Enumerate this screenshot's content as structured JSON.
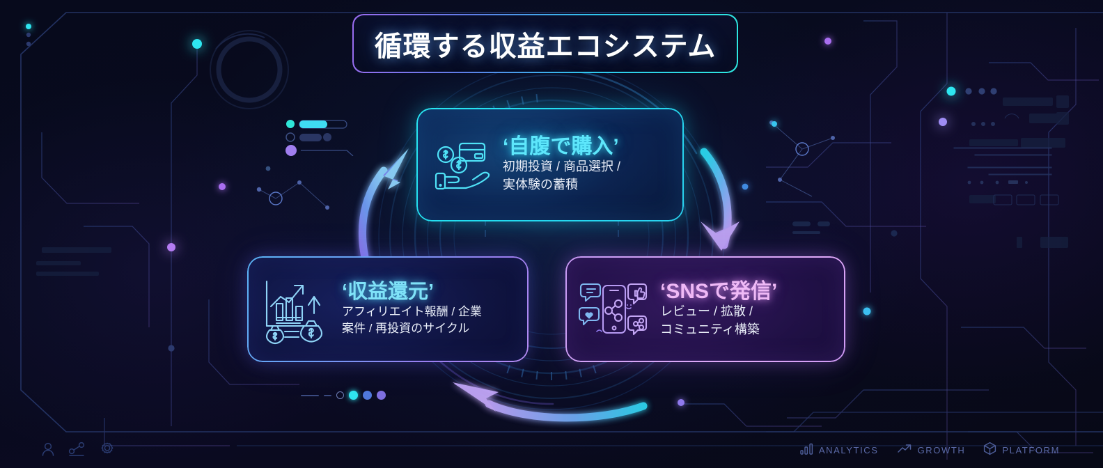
{
  "header": {
    "title": "循環する収益エコシステム"
  },
  "cycle": {
    "nodes": [
      {
        "id": "purchase",
        "position": "top",
        "title": "‘自腹で購入’",
        "subtitle_lines": [
          "初期投資 / 商品選択 /",
          "実体験の蓄積"
        ],
        "icon": "hand-holding-coins-credit-card-icon",
        "accent": "#29e8f3",
        "title_color": "#5de6fb"
      },
      {
        "id": "share",
        "position": "bottom-right",
        "title": "‘SNSで発信’",
        "subtitle_lines": [
          "レビュー / 拡散 /",
          "コミュニティ構築"
        ],
        "icon": "smartphone-social-share-icon",
        "accent": "#d7a6f7",
        "title_color": "#efb9f6"
      },
      {
        "id": "revenue",
        "position": "bottom-left",
        "title": "‘収益還元’",
        "subtitle_lines": [
          "アフィリエイト報酬 / 企業",
          "案件 / 再投資のサイクル"
        ],
        "icon": "growth-chart-money-bags-icon",
        "accent": "#9b7ef0",
        "title_color": "#7fe2f8"
      }
    ],
    "arrows": [
      {
        "id": "revenue-to-purchase",
        "direction": "up-right",
        "from_color": "#8f7cf0",
        "to_color": "#74c8f8"
      },
      {
        "id": "purchase-to-share",
        "direction": "down",
        "from_color": "#3fd6f0",
        "to_color": "#b69af5"
      },
      {
        "id": "share-to-revenue",
        "direction": "left",
        "from_color": "#36d3ef",
        "to_color": "#b69af5"
      }
    ]
  },
  "footer": {
    "left_icons": [
      {
        "name": "user-icon"
      },
      {
        "name": "network-share-icon"
      },
      {
        "name": "gear-icon"
      }
    ],
    "right_items": [
      {
        "icon": "bar-chart-icon",
        "label": "ANALYTICS"
      },
      {
        "icon": "trend-up-icon",
        "label": "GROWTH"
      },
      {
        "icon": "cube-icon",
        "label": "PLATFORM"
      }
    ]
  },
  "decorations": {
    "progress_widget": {
      "name": "progress-bars-widget",
      "fill_percent": 58
    },
    "pager_dots": {
      "name": "pager-dots",
      "colors": [
        "#2fe6f0",
        "#4f78dc",
        "#7e6fe0"
      ]
    }
  },
  "theme": {
    "background": "#070a1c",
    "cyan": "#29e8f3",
    "blue": "#5b8ef5",
    "purple": "#9b7ef0",
    "magenta": "#d7a6f7",
    "text_primary": "#ffffff",
    "text_secondary": "#e9eef8",
    "footer_text": "#5b6aa8"
  }
}
